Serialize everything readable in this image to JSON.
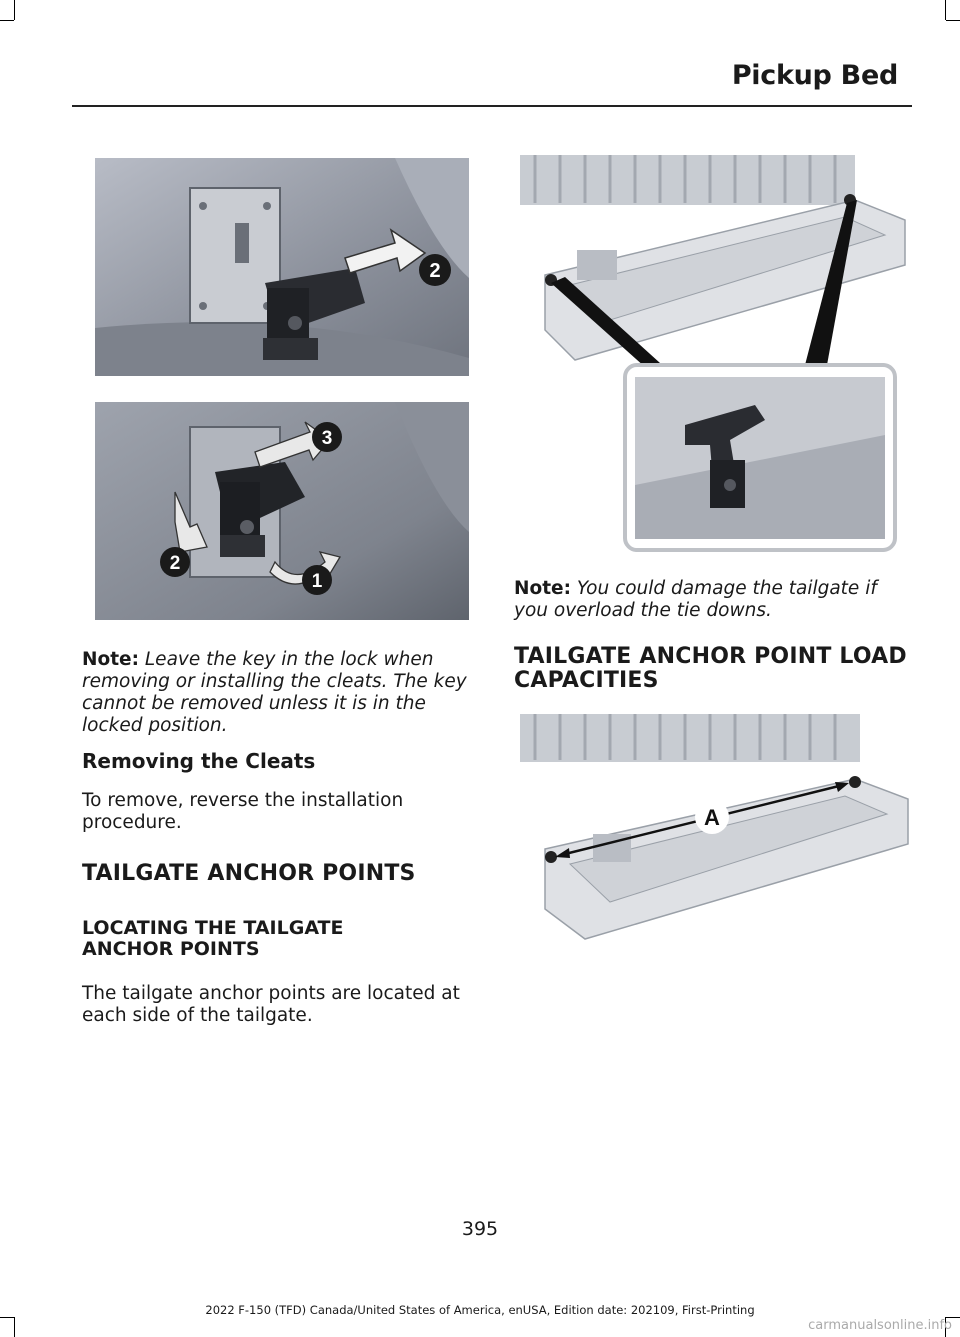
{
  "header": {
    "title": "Pickup Bed"
  },
  "figure_callouts": {
    "top_left": "2",
    "lower_left": [
      "3",
      "2",
      "1"
    ],
    "bottom_right": "A"
  },
  "left_column": {
    "note_label": "Note:",
    "note_text": "Leave the key in the lock when removing or installing the cleats. The key cannot be removed unless it is in the locked position.",
    "removing_heading": "Removing the Cleats",
    "removing_text": "To remove, reverse the installation procedure.",
    "section_heading": "TAILGATE ANCHOR POINTS",
    "locating_heading": "LOCATING THE TAILGATE ANCHOR POINTS",
    "locating_text": "The tailgate anchor points are located at each side of the tailgate."
  },
  "right_column": {
    "note_label": "Note:",
    "note_text": "You could damage the tailgate if you overload the tie downs.",
    "capacities_heading": "TAILGATE ANCHOR POINT LOAD CAPACITIES"
  },
  "page_number": "395",
  "footer": "2022 F-150 (TFD) Canada/United States of America, enUSA, Edition date: 202109, First-Printing",
  "watermark": "carmanualsonline.info"
}
